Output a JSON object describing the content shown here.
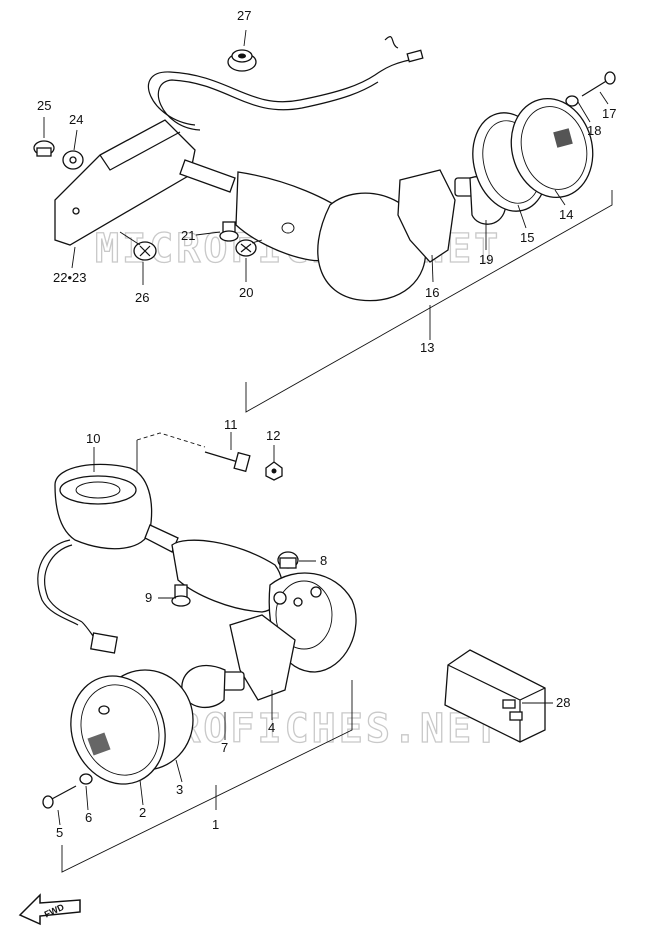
{
  "labels": {
    "p1": "1",
    "p2": "2",
    "p3": "3",
    "p4": "4",
    "p5": "5",
    "p6": "6",
    "p7": "7",
    "p8": "8",
    "p9": "9",
    "p10": "10",
    "p11": "11",
    "p12": "12",
    "p13": "13",
    "p14": "14",
    "p15": "15",
    "p16": "16",
    "p17": "17",
    "p18": "18",
    "p19": "19",
    "p20": "20",
    "p21": "21",
    "p22_23": "22•23",
    "p24": "24",
    "p25": "25",
    "p26": "26",
    "p27": "27",
    "p28": "28"
  },
  "watermark": "MICROFICHES.NET",
  "fwd": "FWD"
}
